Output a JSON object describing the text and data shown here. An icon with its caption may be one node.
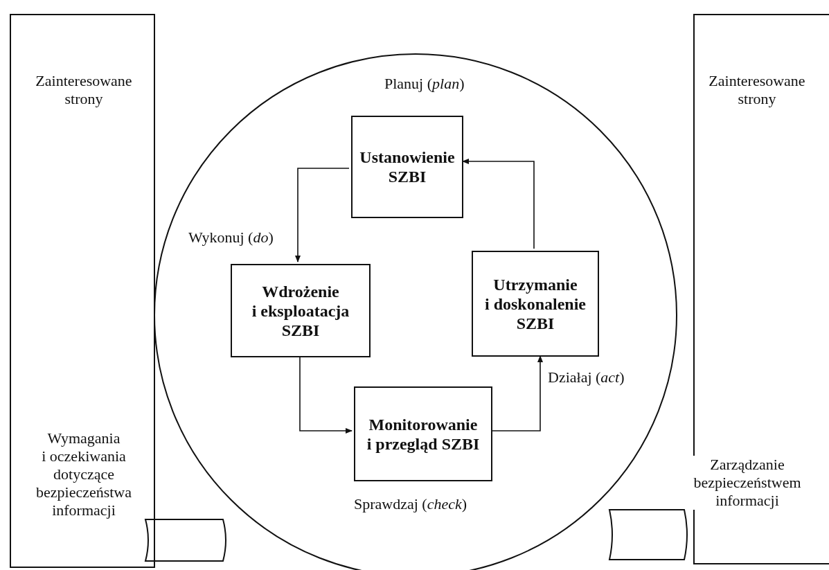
{
  "diagram": {
    "nodes": [
      {
        "text": [
          "Zainteresowane strony",
          "Wymagania i oczekiwania dotyczące bezpieczeństwa informacji"
        ]
      },
      {
        "text": [],
        "shape": "circle"
      },
      {
        "text": [
          "Ustanowienie SZBI"
        ],
        "in": 1
      },
      {
        "text": [
          "Wdrożenie i eksploatacja SZBI"
        ],
        "in": 1
      },
      {
        "text": [
          "Utrzymanie i doskonalenie SZBI"
        ],
        "in": 1
      },
      {
        "text": [
          "Monitorowanie i przegląd SZBI"
        ],
        "in": 1
      },
      {
        "text": [
          "Zainteresowane strony",
          "Zarządzanie bezpieczeństwem informacji"
        ]
      }
    ],
    "edges": [
      {
        "from": 2,
        "to": 3,
        "arrow": "to",
        "label": "Wykonuj (*do*)"
      },
      {
        "from": 3,
        "to": 5,
        "arrow": "to",
        "label": "Sprawdzaj (*check*)"
      },
      {
        "from": 5,
        "to": 4,
        "arrow": "to",
        "label": "Działaj (*act*)"
      },
      {
        "from": 4,
        "to": 2,
        "arrow": "to",
        "label": "Planuj (*plan*)"
      }
    ]
  }
}
